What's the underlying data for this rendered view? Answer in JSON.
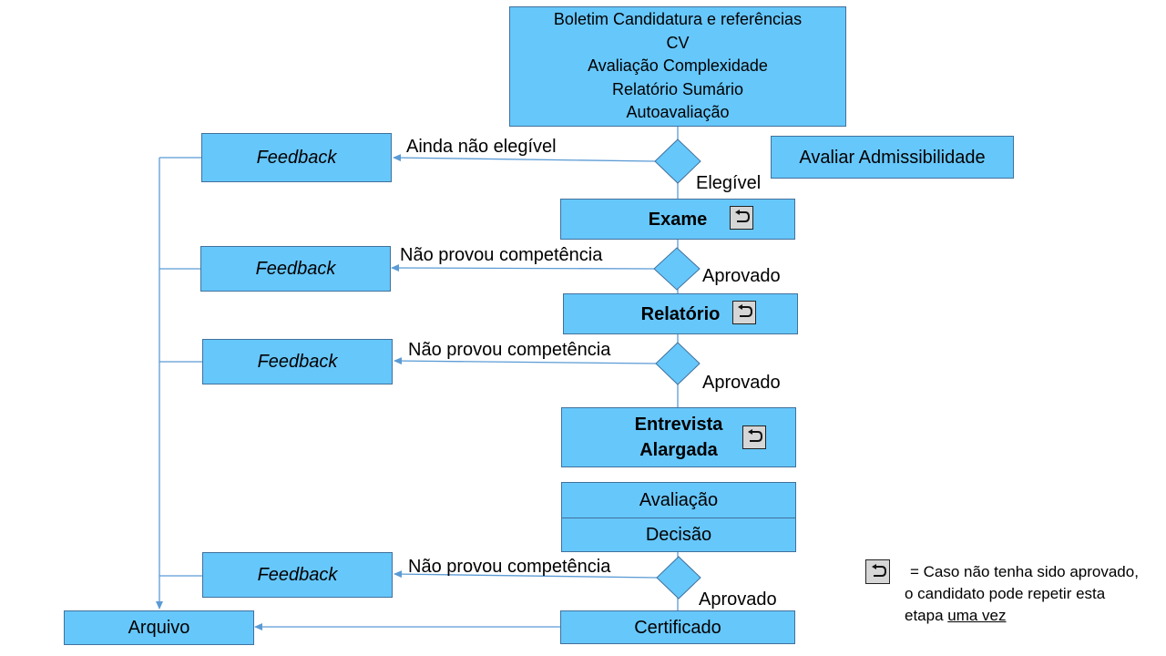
{
  "top_box": {
    "lines": [
      "Boletim Candidatura e referências",
      "CV",
      "Avaliação Complexidade",
      "Relatório Sumário",
      "Autoavaliação"
    ]
  },
  "side_box": {
    "label": "Avaliar Admissibilidade"
  },
  "stages": {
    "exame": "Exame",
    "relatorio": "Relatório",
    "entrevista_line1": "Entrevista",
    "entrevista_line2": "Alargada",
    "avaliacao": "Avaliação",
    "decisao": "Decisão",
    "certificado": "Certificado"
  },
  "feedback_label": "Feedback",
  "arquivo_label": "Arquivo",
  "edge_labels": {
    "ainda_nao_elegivel": "Ainda não elegível",
    "elegivel": "Elegível",
    "nao_provou": "Não provou competência",
    "aprovado": "Aprovado"
  },
  "legend": {
    "prefix": "= Caso não tenha sido aprovado, o candidato pode repetir esta etapa ",
    "emphasis": "uma vez"
  },
  "icons": {
    "retry": "retry-arrow-icon"
  }
}
